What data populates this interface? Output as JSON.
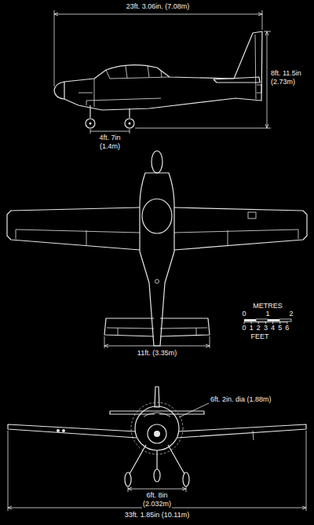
{
  "diagram": {
    "labels": [
      "23ft. 3.06in. (7.08m)",
      "8ft. 11.5in",
      "(2.73m)",
      "4ft. 7in",
      "(1.4m)",
      "METRES",
      "0",
      "1",
      "2",
      "0",
      "1",
      "2",
      "3",
      "4",
      "5",
      "6",
      "FEET",
      "11ft. (3.35m)",
      "6ft. 2in. dia (1.88m)",
      "6ft. 8in",
      "(2.032m)",
      "33ft. 1.85in (10.11m)"
    ]
  }
}
